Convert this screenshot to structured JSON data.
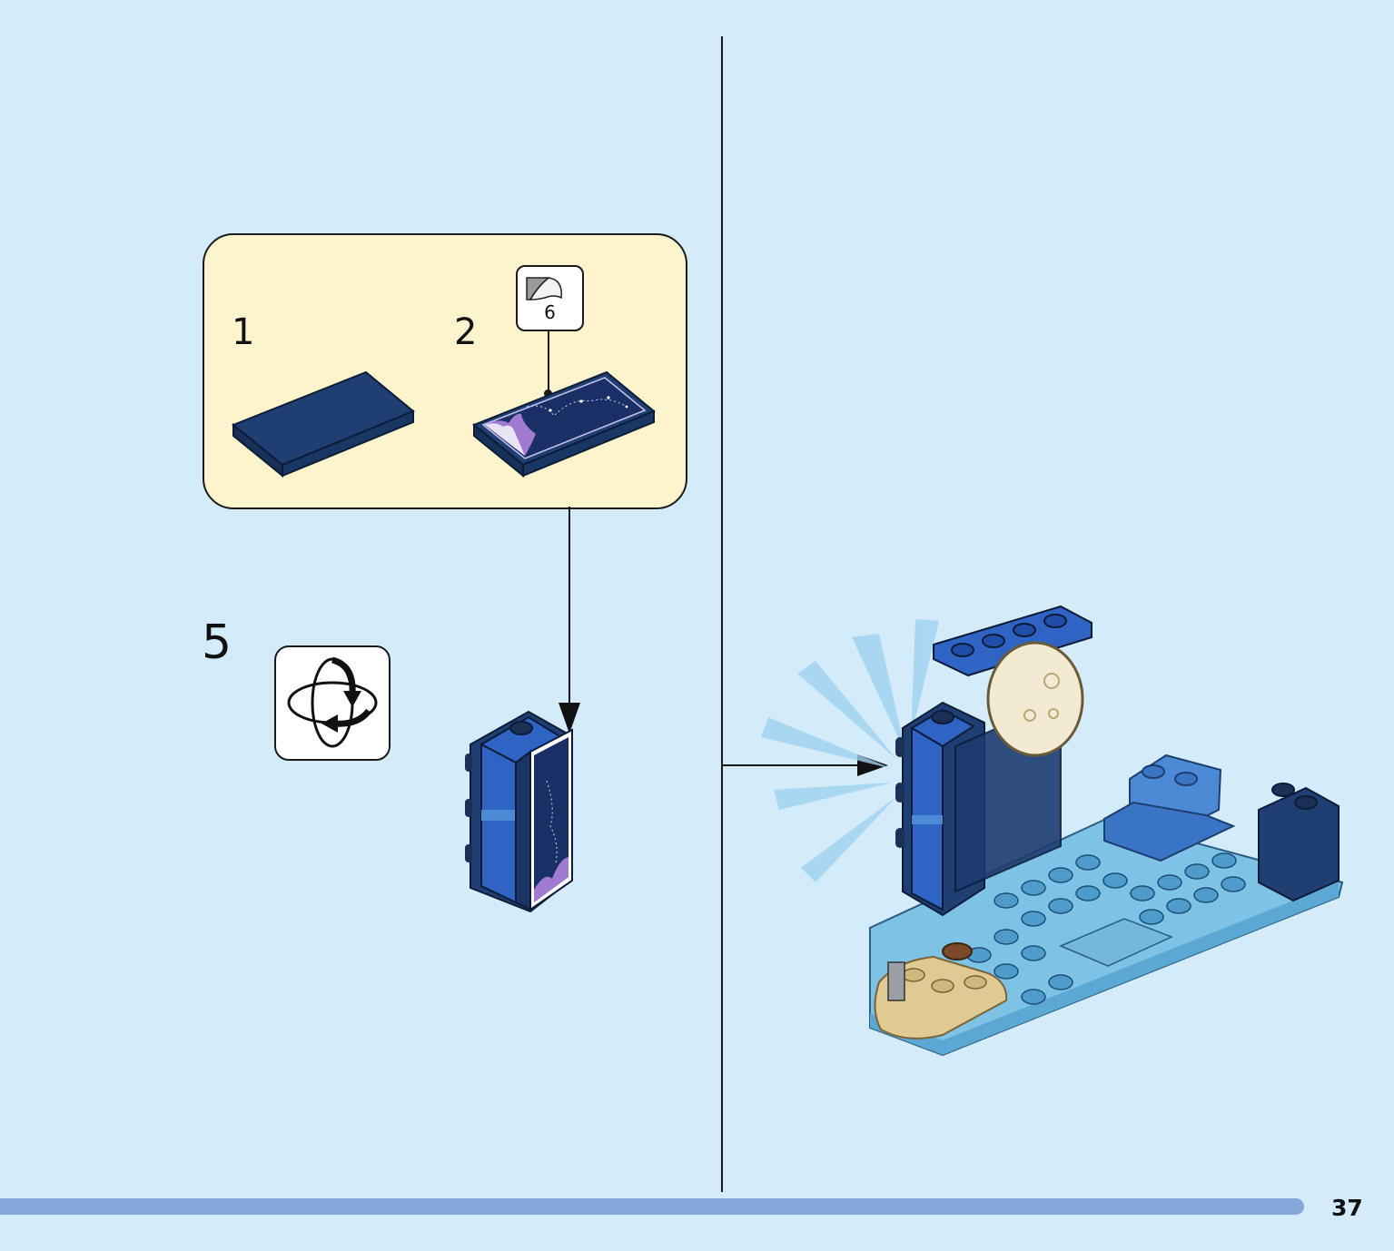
{
  "callout": {
    "sub_step_1": "1",
    "sub_step_2": "2",
    "sticker_number": "6"
  },
  "step": {
    "number": "5",
    "rotate_icon": "rotate-model-icon"
  },
  "footer": {
    "page_number": "37"
  },
  "colors": {
    "background": "#d4ecfa",
    "callout_background": "#fdf4cd",
    "page_bar": "#84a7d9",
    "dark_blue_brick": "#1f3f73",
    "medium_blue_brick": "#2f64c4",
    "light_blue_plate": "#7ec3e6",
    "tan_plate": "#e0ca93"
  }
}
